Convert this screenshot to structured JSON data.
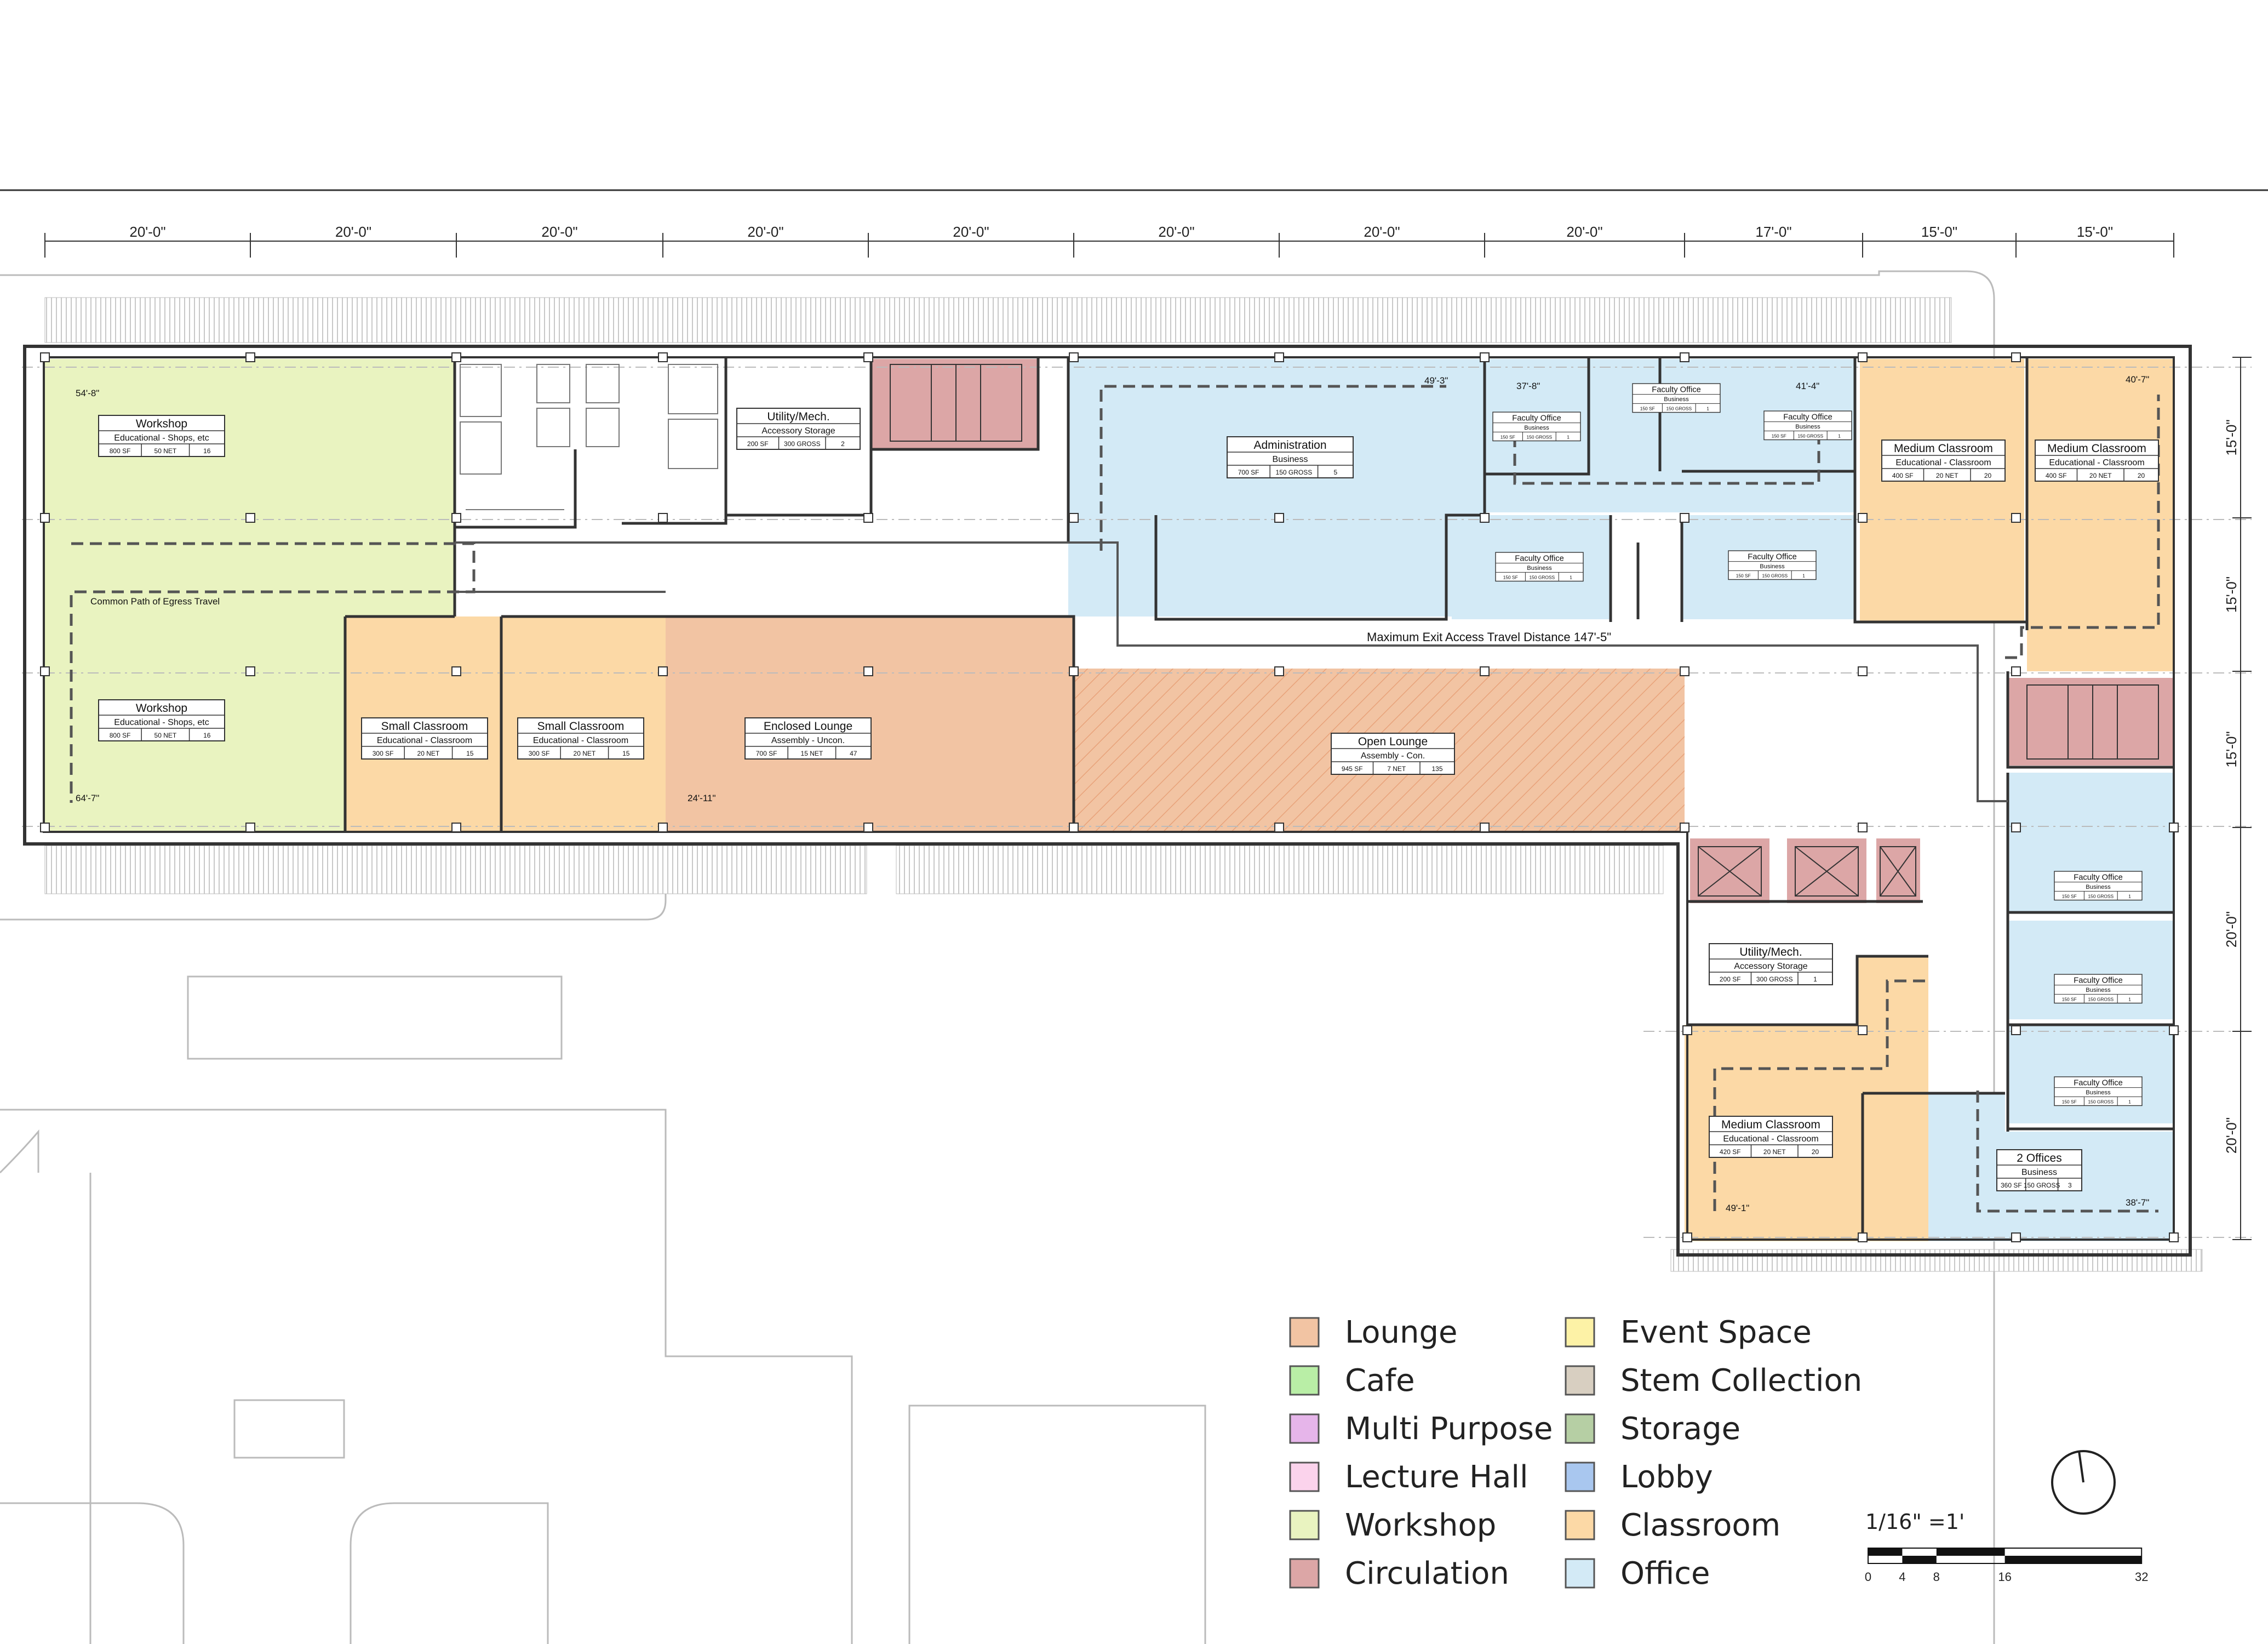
{
  "dimensions": {
    "top": [
      "20'-0\"",
      "20'-0\"",
      "20'-0\"",
      "20'-0\"",
      "20'-0\"",
      "20'-0\"",
      "20'-0\"",
      "20'-0\"",
      "17'-0\"",
      "15'-0\"",
      "15'-0\""
    ],
    "right": [
      "15'-0\"",
      "15'-0\"",
      "15'-0\"",
      "20'-0\"",
      "20'-0\""
    ]
  },
  "colors": {
    "lounge": "#f2c4a3",
    "cafe": "#b9eea6",
    "multi_purpose": "#e6b5ea",
    "lecture_hall": "#fbd3ec",
    "workshop": "#e9f3c0",
    "circulation": "#dca6a6",
    "event_space": "#fdf2a6",
    "stem_collection": "#d8cfc1",
    "storage": "#b6cfa4",
    "lobby": "#a9c7ef",
    "classroom": "#fcd9a6",
    "office": "#d3eaf6",
    "wall": "#333333"
  },
  "rooms": [
    {
      "name": "Workshop",
      "sub": "Educational - Shops, etc",
      "c1": "800 SF",
      "c2": "50 NET",
      "c3": "16"
    },
    {
      "name": "Workshop",
      "sub": "Educational - Shops, etc",
      "c1": "800 SF",
      "c2": "50 NET",
      "c3": "16"
    },
    {
      "name": "Utility/Mech.",
      "sub": "Accessory Storage",
      "c1": "200 SF",
      "c2": "300 GROSS",
      "c3": "2"
    },
    {
      "name": "Administration",
      "sub": "Business",
      "c1": "700 SF",
      "c2": "150 GROSS",
      "c3": "5"
    },
    {
      "name": "Faculty Office",
      "sub": "Business",
      "c1": "150 SF",
      "c2": "150 GROSS",
      "c3": "1"
    },
    {
      "name": "Faculty Office",
      "sub": "Business",
      "c1": "150 SF",
      "c2": "150 GROSS",
      "c3": "1"
    },
    {
      "name": "Faculty Office",
      "sub": "Business",
      "c1": "150 SF",
      "c2": "150 GROSS",
      "c3": "1"
    },
    {
      "name": "Faculty Office",
      "sub": "Business",
      "c1": "150 SF",
      "c2": "150 GROSS",
      "c3": "1"
    },
    {
      "name": "Faculty Office",
      "sub": "Business",
      "c1": "150 SF",
      "c2": "150 GROSS",
      "c3": "1"
    },
    {
      "name": "Medium Classroom",
      "sub": "Educational - Classroom",
      "c1": "400 SF",
      "c2": "20 NET",
      "c3": "20"
    },
    {
      "name": "Medium Classroom",
      "sub": "Educational - Classroom",
      "c1": "400 SF",
      "c2": "20 NET",
      "c3": "20"
    },
    {
      "name": "Small Classroom",
      "sub": "Educational - Classroom",
      "c1": "300 SF",
      "c2": "20 NET",
      "c3": "15"
    },
    {
      "name": "Small Classroom",
      "sub": "Educational - Classroom",
      "c1": "300 SF",
      "c2": "20 NET",
      "c3": "15"
    },
    {
      "name": "Enclosed Lounge",
      "sub": "Assembly - Uncon.",
      "c1": "700 SF",
      "c2": "15 NET",
      "c3": "47"
    },
    {
      "name": "Open Lounge",
      "sub": "Assembly - Con.",
      "c1": "945 SF",
      "c2": "7 NET",
      "c3": "135"
    },
    {
      "name": "Utility/Mech.",
      "sub": "Accessory Storage",
      "c1": "200 SF",
      "c2": "300 GROSS",
      "c3": "1"
    },
    {
      "name": "Faculty Office",
      "sub": "Business",
      "c1": "150 SF",
      "c2": "150 GROSS",
      "c3": "1"
    },
    {
      "name": "Faculty Office",
      "sub": "Business",
      "c1": "150 SF",
      "c2": "150 GROSS",
      "c3": "1"
    },
    {
      "name": "Faculty Office",
      "sub": "Business",
      "c1": "150 SF",
      "c2": "150 GROSS",
      "c3": "1"
    },
    {
      "name": "Medium Classroom",
      "sub": "Educational - Classroom",
      "c1": "420 SF",
      "c2": "20 NET",
      "c3": "20"
    },
    {
      "name": "2 Offices",
      "sub": "Business",
      "c1": "360 SF",
      "c2": "150 GROSS",
      "c3": "3"
    }
  ],
  "notes": {
    "egress_path": "Common Path of Egress Travel",
    "max_travel": "Maximum Exit Access Travel Distance 147'-5\"",
    "d1": "54'-8\"",
    "d2": "64'-7\"",
    "d3": "24'-11\"",
    "d4": "49'-3\"",
    "d5": "37'-8\"",
    "d6": "41'-4\"",
    "d7": "40'-7\"",
    "d8": "49'-1\"",
    "d9": "38'-7\""
  },
  "legend": [
    {
      "label": "Lounge",
      "color": "#f2c4a3"
    },
    {
      "label": "Cafe",
      "color": "#b9eea6"
    },
    {
      "label": "Multi Purpose",
      "color": "#e6b5ea"
    },
    {
      "label": "Lecture Hall",
      "color": "#fbd3ec"
    },
    {
      "label": "Workshop",
      "color": "#e9f3c0"
    },
    {
      "label": "Circulation",
      "color": "#dca6a6"
    },
    {
      "label": "Event Space",
      "color": "#fdf2a6"
    },
    {
      "label": "Stem Collection",
      "color": "#d8cfc1"
    },
    {
      "label": "Storage",
      "color": "#b6cfa4"
    },
    {
      "label": "Lobby",
      "color": "#a9c7ef"
    },
    {
      "label": "Classroom",
      "color": "#fcd9a6"
    },
    {
      "label": "Office",
      "color": "#d3eaf6"
    }
  ],
  "scale_bar": {
    "title": "1/16\" =1'",
    "ticks": [
      "0",
      "4",
      "8",
      "16",
      "32"
    ]
  }
}
